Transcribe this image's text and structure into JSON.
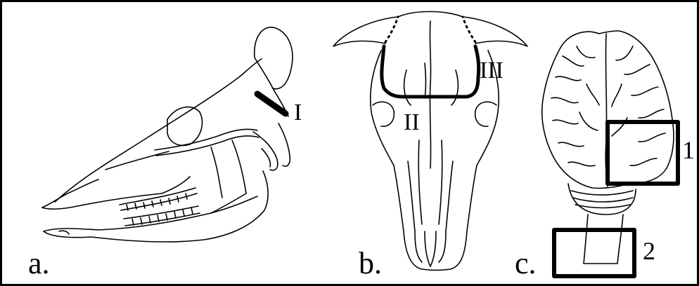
{
  "panels": {
    "a": {
      "label": "a.",
      "markers": [
        "I"
      ]
    },
    "b": {
      "label": "b.",
      "markers": [
        "II",
        "III"
      ]
    },
    "c": {
      "label": "c.",
      "markers": [
        "1",
        "2"
      ]
    }
  },
  "colors": {
    "line": "#000000",
    "background": "#ffffff"
  }
}
